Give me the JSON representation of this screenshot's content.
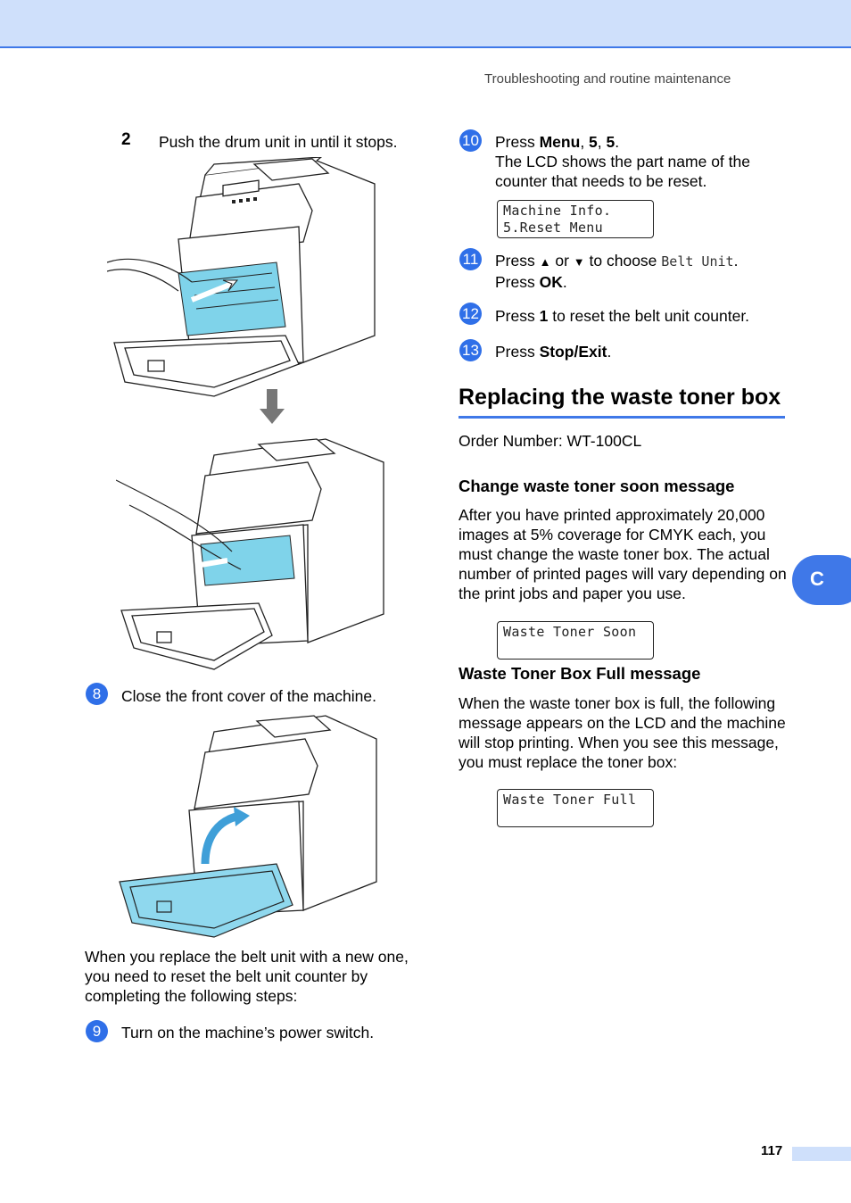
{
  "header": {
    "running_title": "Troubleshooting and routine maintenance"
  },
  "left": {
    "step2": {
      "num": "2",
      "text": "Push the drum unit in until it stops."
    },
    "step8": {
      "num": "8",
      "text": "Close the front cover of the machine."
    },
    "note": "When you replace the belt unit with a new one, you need to reset the belt unit counter by completing the following steps:",
    "step9": {
      "num": "9",
      "text": "Turn on the machine’s power switch."
    }
  },
  "right": {
    "step10": {
      "num": "10",
      "press": "Press ",
      "menu": "Menu",
      "sep1": ", ",
      "k1": "5",
      "sep2": ", ",
      "k2": "5",
      "end": ".",
      "line2": "The LCD shows the part name of the",
      "line3": "counter that needs to be reset."
    },
    "lcd1": {
      "line1": "Machine Info.",
      "line2": "5.Reset Menu"
    },
    "step11": {
      "num": "11",
      "a": "Press ",
      "up": "▲",
      "or": " or ",
      "down": "▼",
      "b": " to choose ",
      "code": "Belt Unit",
      "c": ".",
      "line2a": "Press ",
      "ok": "OK",
      "line2b": "."
    },
    "step12": {
      "num": "12",
      "a": "Press ",
      "key": "1",
      "b": " to reset the belt unit counter."
    },
    "step13": {
      "num": "13",
      "a": "Press ",
      "key": "Stop/Exit",
      "b": "."
    },
    "section_title": "Replacing the waste toner box",
    "order_number": "Order Number: WT-100CL",
    "sub1_title": "Change waste toner soon message",
    "sub1_para": "After you have printed approximately 20,000 images at 5% coverage for CMYK each, you must change the waste toner box. The actual number of printed pages will vary depending on the print jobs and paper you use.",
    "lcd2": {
      "line1": "Waste Toner Soon"
    },
    "sub2_title": "Waste Toner Box Full message",
    "sub2_para": "When the waste toner box is full, the following message appears on the LCD and the machine will stop printing. When you see this message, you must replace the toner box:",
    "lcd3": {
      "line1": "Waste Toner Full"
    }
  },
  "tab": {
    "letter": "C"
  },
  "footer": {
    "page_number": "117"
  },
  "colors": {
    "accent": "#3f78e8",
    "header_bg": "#cfe0fb",
    "drum_cyan": "#7fd3ea"
  }
}
